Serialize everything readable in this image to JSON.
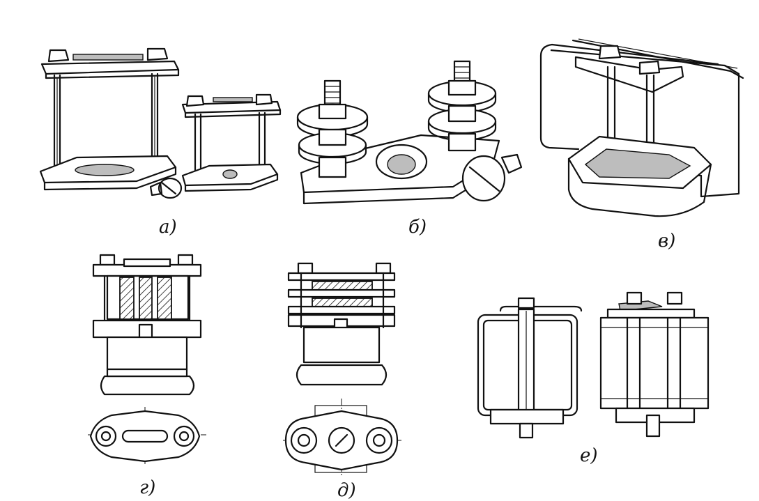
{
  "figures": [
    {
      "id": "a",
      "caption": "a)"
    },
    {
      "id": "b",
      "caption": "б)"
    },
    {
      "id": "v",
      "caption": "в)"
    },
    {
      "id": "g",
      "caption": "г)"
    },
    {
      "id": "d",
      "caption": "д)"
    },
    {
      "id": "e",
      "caption": "е)"
    }
  ]
}
